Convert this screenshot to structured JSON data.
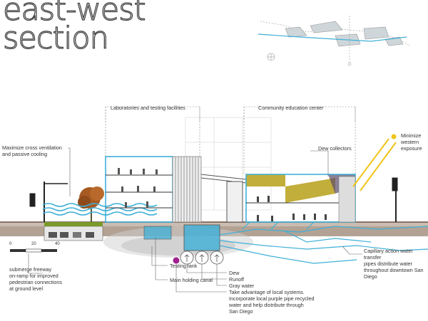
{
  "title": {
    "line1": "east-west",
    "line2": "section"
  },
  "zones": {
    "labs": "Laboratories and testing facilities",
    "community": "Community education center"
  },
  "callouts": {
    "ventilation": [
      "Maximize cross ventilation",
      "and passive cooling"
    ],
    "dew_collectors": "Dew collectors",
    "western": [
      "Minimize",
      "western",
      "exposure"
    ],
    "capillary": [
      "Capillary action water transfer",
      "pipes distribute water",
      "throughout downtown San",
      "Diego"
    ],
    "freeway": [
      "submerge freeway",
      "on-ramp for improved",
      "pedestrian connections",
      "at ground level"
    ],
    "testing_tank": "Testing tank",
    "holding_canal": "Main holding canal",
    "dew": "Dew",
    "runoff": "Runoff",
    "gray_water": "Gray water",
    "local": [
      "Take advantage of local systems.",
      "Incorporate local purple pipe recycled",
      "water and help distribute through",
      "San Diego"
    ]
  },
  "scale": {
    "ticks": [
      "0",
      "20",
      "40"
    ]
  },
  "colors": {
    "water": "#3fb0d8",
    "soil": "#8a6a4f",
    "ground": "#a98b6f",
    "sun": "#f0c419",
    "purple": "#a0208f",
    "green": "#7a9a2a",
    "tree": "#a65a22"
  }
}
